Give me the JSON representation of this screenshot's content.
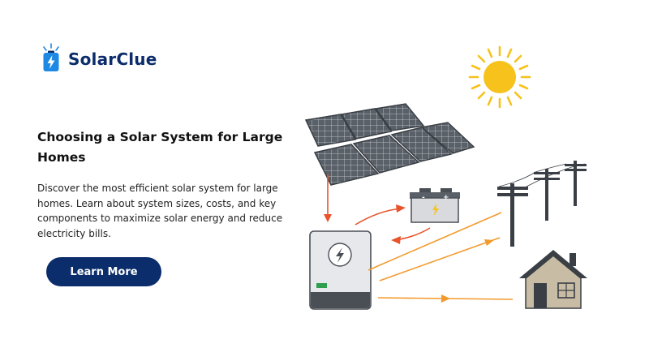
{
  "brand": {
    "name": "SolarClue",
    "icon": "battery-bolt-icon",
    "color": "#0b2d6b",
    "accent": "#1e88e5"
  },
  "article": {
    "title": "Choosing a Solar System for Large Homes",
    "description": "Discover the most efficient solar system for large homes. Learn about system sizes, costs, and key components to maximize solar energy and reduce electricity bills."
  },
  "cta": {
    "label": "Learn More",
    "color": "#0b2d6b"
  },
  "illustration": {
    "battery": {
      "minus": "-",
      "plus": "+"
    },
    "icons": [
      "sun-icon",
      "solar-panel-icon",
      "battery-icon",
      "inverter-icon",
      "power-pole-icon",
      "house-icon",
      "bolt-icon"
    ],
    "colors": {
      "sun": "#f6c21b",
      "arrow_red": "#e8532b",
      "arrow_orange": "#f39a2c",
      "panel": "#4a4f55"
    }
  }
}
